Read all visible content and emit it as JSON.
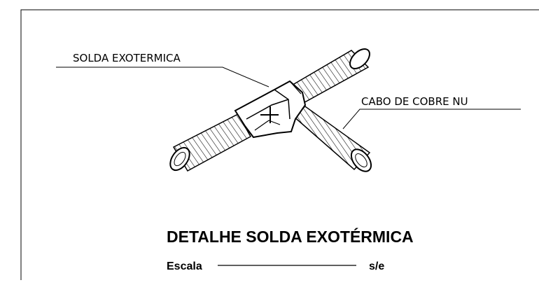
{
  "labels": {
    "weld": "SOLDA EXOTERMICA",
    "cable": "CABO DE COBRE NU"
  },
  "title": {
    "main": "DETALHE SOLDA EXOTÉRMICA",
    "scale_label": "Escala",
    "scale_value": "s/e"
  },
  "colors": {
    "ink": "#000000",
    "paper": "#ffffff"
  }
}
